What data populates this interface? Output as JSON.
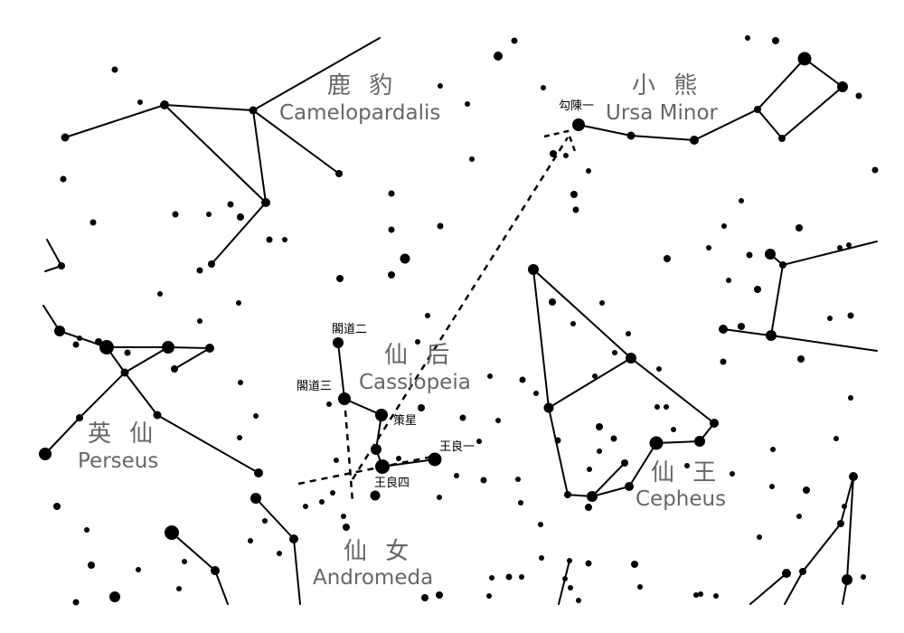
{
  "colors": {
    "background": "#ffffff",
    "stars": "#000000",
    "lines": "#000000",
    "constellation_labels": "#666666"
  },
  "constellations": [
    {
      "id": "camelopardalis",
      "chinese": "鹿 豹",
      "latin": "Camelopardalis"
    },
    {
      "id": "ursa-minor",
      "chinese": "小 熊",
      "latin": "Ursa Minor"
    },
    {
      "id": "cassiopeia",
      "chinese": "仙 后",
      "latin": "Cassiopeia"
    },
    {
      "id": "perseus",
      "chinese": "英 仙",
      "latin": "Perseus"
    },
    {
      "id": "cepheus",
      "chinese": "仙 王",
      "latin": "Cepheus"
    },
    {
      "id": "andromeda",
      "chinese": "仙 女",
      "latin": "Andromeda"
    }
  ],
  "named_stars": [
    {
      "id": "gouchen-yi",
      "name": "勾陳一"
    },
    {
      "id": "gedao-er",
      "name": "閣道二"
    },
    {
      "id": "gedao-san",
      "name": "閣道三"
    },
    {
      "id": "cexing",
      "name": "策星"
    },
    {
      "id": "wangliang-yi",
      "name": "王良一"
    },
    {
      "id": "wangliang-si",
      "name": "王良四"
    }
  ],
  "pointer": {
    "description_visible": false,
    "style": "dashed-arrow"
  }
}
